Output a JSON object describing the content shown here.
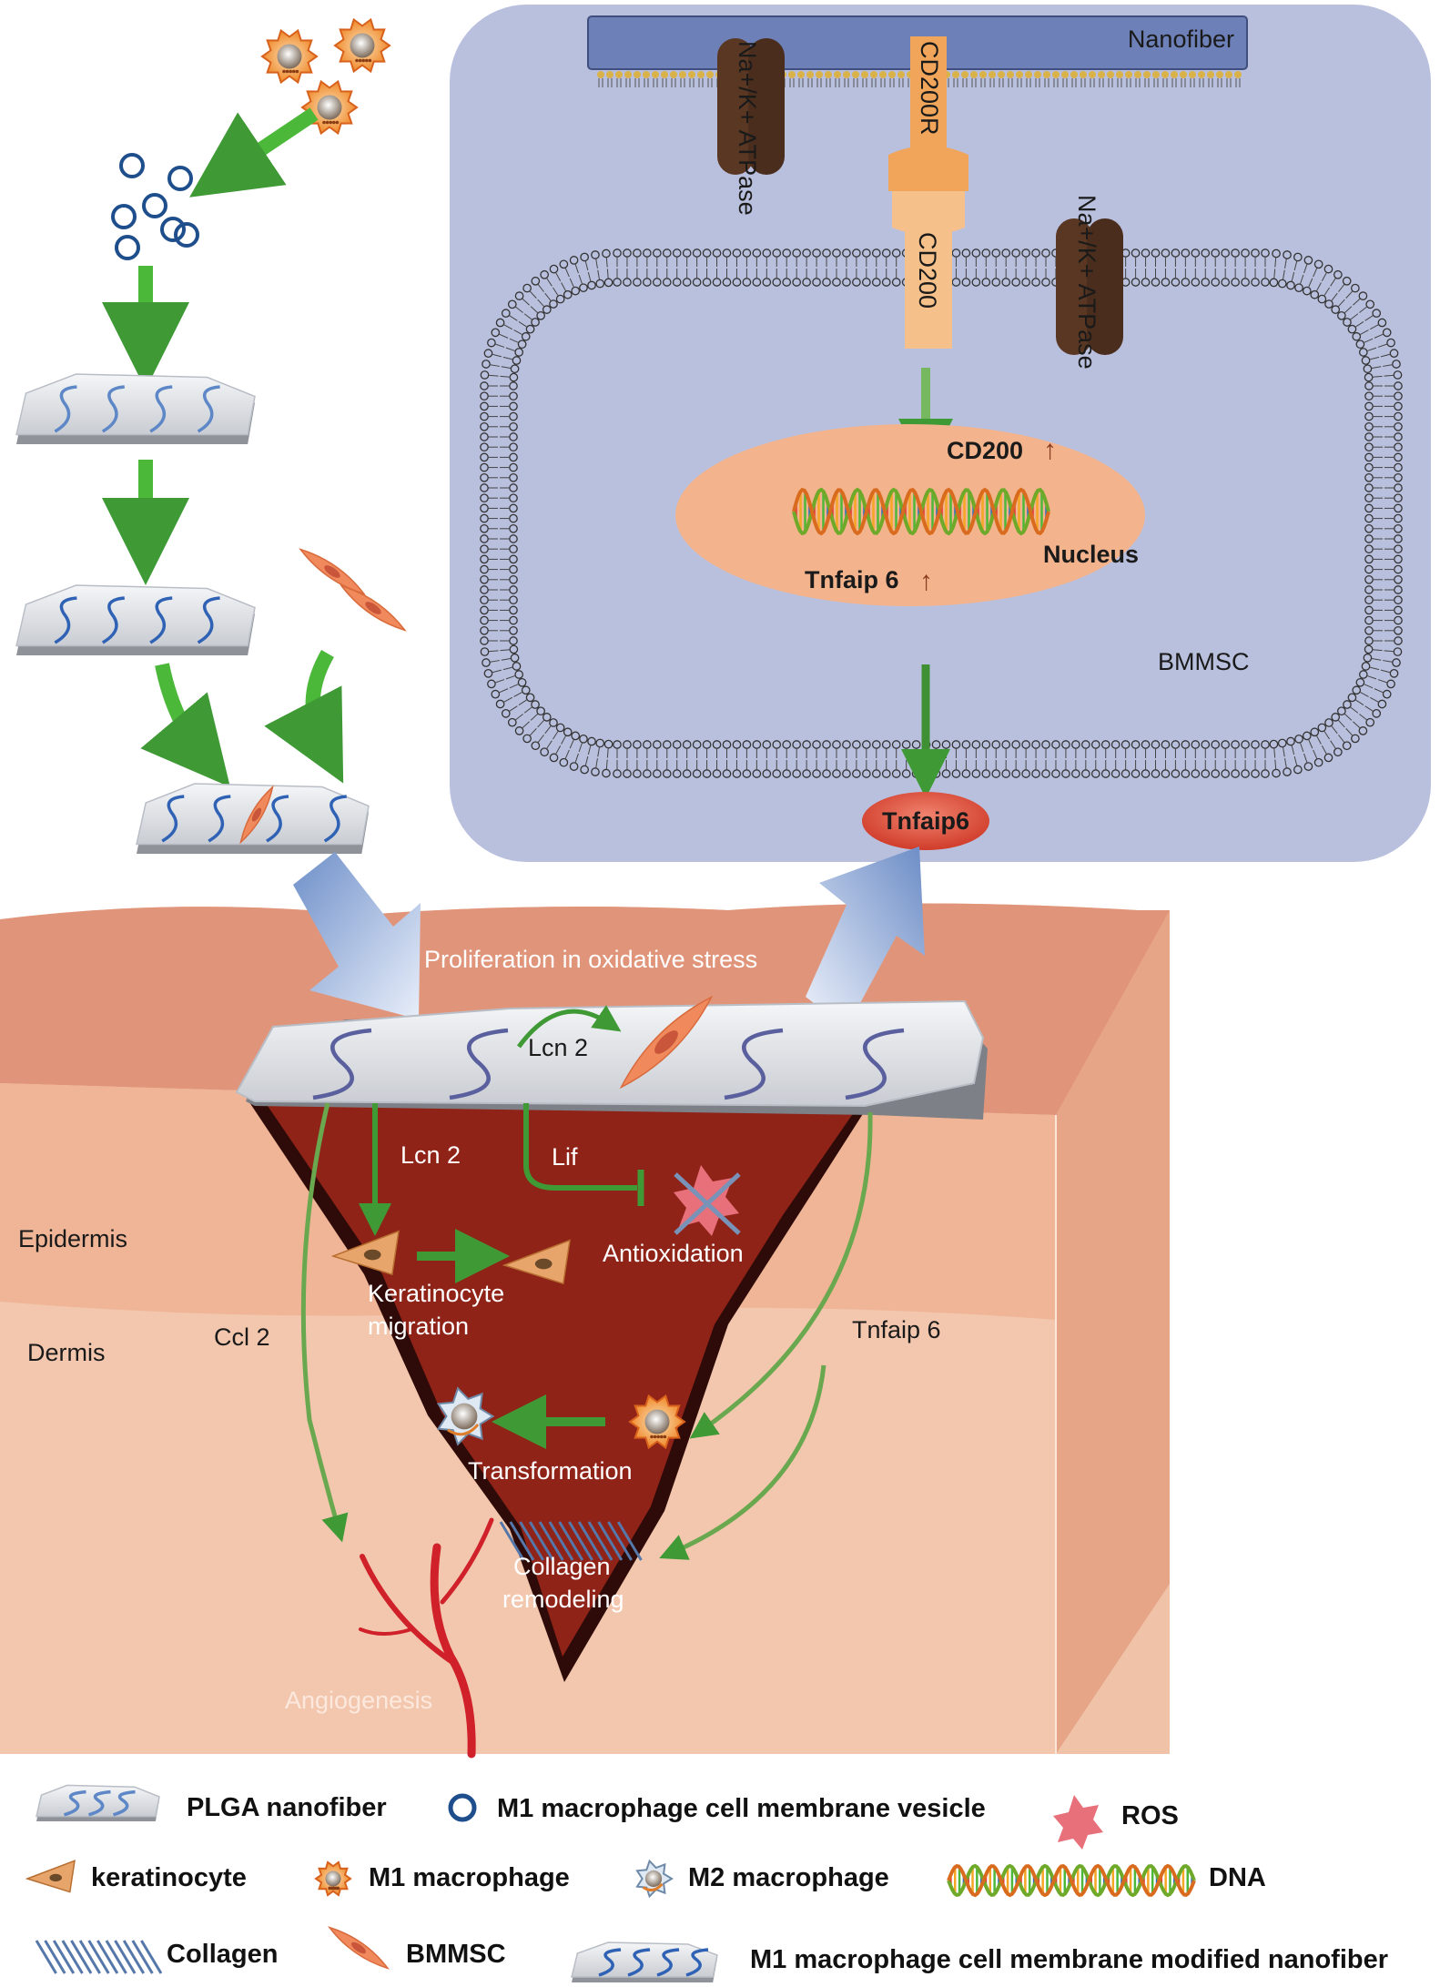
{
  "colors": {
    "green_arrow": "#4cb83a",
    "dark_green": "#3f8f35",
    "panel_bg": "#a7b1d6",
    "nucleus": "#f3b48d",
    "skin_top": "#e0957a",
    "dermis": "#f0bfa3",
    "wound": "#8f2318",
    "tnfaip6_oval": "#e0533f",
    "receptor": "#f0a55a",
    "pump": "#5a3722"
  },
  "panel": {
    "nanofiber": "Nanofiber",
    "pump_label": "Na+/K+ ATPase",
    "receptor": "CD200R",
    "ligand": "CD200",
    "cd200_up": "CD200",
    "nucleus": "Nucleus",
    "tnfaip6_up": "Tnfaip 6",
    "cell": "BMMSC",
    "secreted": "Tnfaip6"
  },
  "wound": {
    "header": "Proliferation in oxidative stress",
    "lcn2_top": "Lcn 2",
    "lcn2": "Lcn 2",
    "lif": "Lif",
    "antioxidation": "Antioxidation",
    "kera_line1": "Keratinocyte",
    "kera_line2": "migration",
    "ccl2": "Ccl 2",
    "tnfaip6": "Tnfaip 6",
    "transformation": "Transformation",
    "collagen_line1": "Collagen",
    "collagen_line2": "remodeling",
    "angiogenesis": "Angiogenesis",
    "epidermis": "Epidermis",
    "dermis": "Dermis"
  },
  "legend": {
    "plga": "PLGA nanofiber",
    "vesicle": "M1 macrophage cell membrane vesicle",
    "ros": "ROS",
    "keratinocyte": "keratinocyte",
    "m1": "M1 macrophage",
    "m2": "M2 macrophage",
    "dna": "DNA",
    "collagen": "Collagen",
    "bmmsc": "BMMSC",
    "modified": "M1 macrophage cell  membrane modified nanofiber"
  }
}
